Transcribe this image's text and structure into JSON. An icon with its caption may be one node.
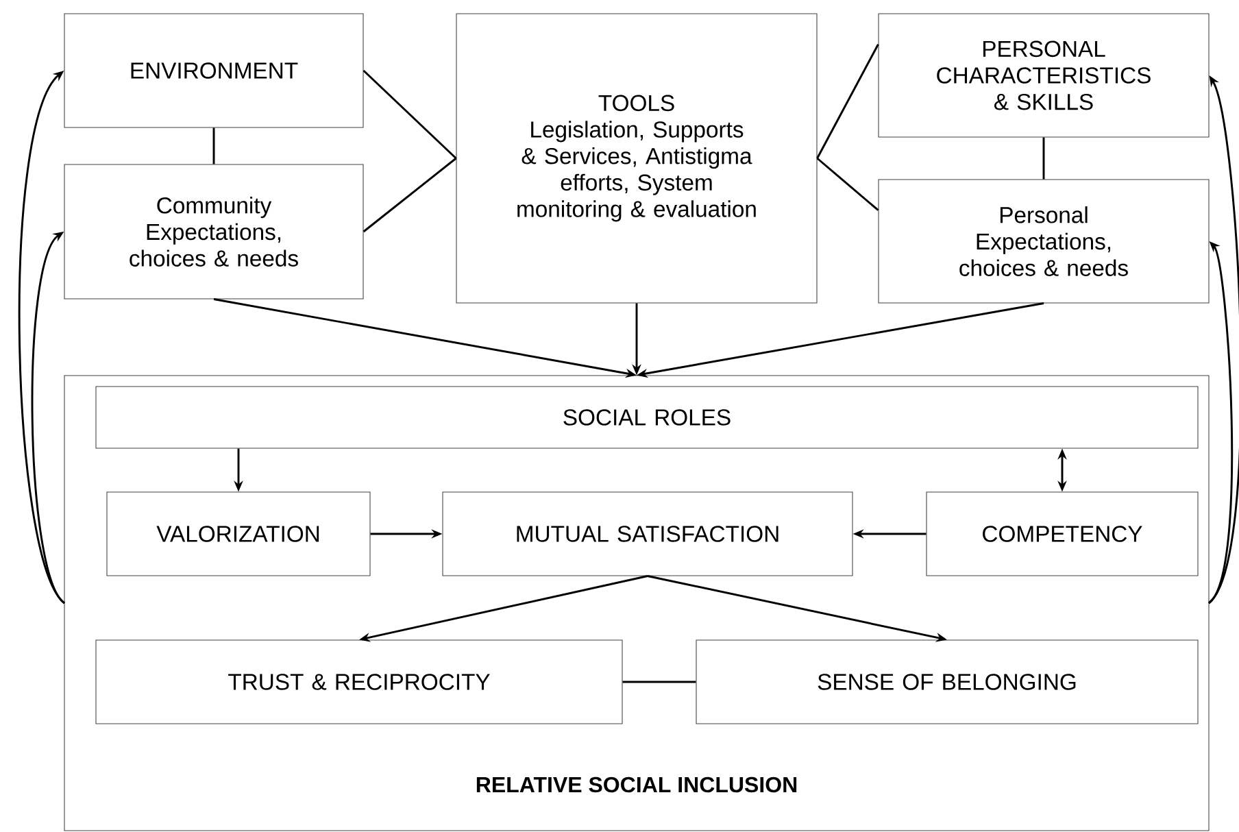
{
  "diagram": {
    "nodes": [
      {
        "text": [
          "ENVIRONMENT"
        ]
      },
      {
        "text": [
          "Community Expectations, choices & needs"
        ]
      },
      {
        "text": [
          "TOOLS",
          "Legislation, Supports & Services, Antistigma efforts, System monitoring & evaluation"
        ]
      },
      {
        "text": [
          "PERSONAL CHARACTERISTICS & SKILLS"
        ]
      },
      {
        "text": [
          "Personal Expectations, choices & needs"
        ]
      },
      {
        "text": [
          "RELATIVE SOCIAL INCLUSION"
        ]
      },
      {
        "text": [
          "SOCIAL ROLES"
        ],
        "in": 5
      },
      {
        "text": [
          "VALORIZATION"
        ],
        "in": 5
      },
      {
        "text": [
          "MUTUAL SATISFACTION"
        ],
        "in": 5
      },
      {
        "text": [
          "COMPETENCY"
        ],
        "in": 5
      },
      {
        "text": [
          "TRUST & RECIPROCITY"
        ],
        "in": 5
      },
      {
        "text": [
          "SENSE OF BELONGING"
        ],
        "in": 5
      }
    ],
    "edges": [
      {
        "from": 0,
        "to": 1,
        "arrow": "none"
      },
      {
        "from": 0,
        "to": 2,
        "arrow": "none"
      },
      {
        "from": 1,
        "to": 2,
        "arrow": "none"
      },
      {
        "from": 2,
        "to": 3,
        "arrow": "none"
      },
      {
        "from": 2,
        "to": 4,
        "arrow": "none"
      },
      {
        "from": 3,
        "to": 4,
        "arrow": "none"
      },
      {
        "from": 1,
        "to": 5,
        "arrow": "to"
      },
      {
        "from": 2,
        "to": 5,
        "arrow": "to"
      },
      {
        "from": 4,
        "to": 5,
        "arrow": "to"
      },
      {
        "from": 5,
        "to": 0,
        "arrow": "to"
      },
      {
        "from": 5,
        "to": 1,
        "arrow": "to"
      },
      {
        "from": 5,
        "to": 3,
        "arrow": "to"
      },
      {
        "from": 5,
        "to": 4,
        "arrow": "to"
      },
      {
        "from": 6,
        "to": 7,
        "arrow": "to"
      },
      {
        "from": 6,
        "to": 9,
        "arrow": "both"
      },
      {
        "from": 7,
        "to": 8,
        "arrow": "to"
      },
      {
        "from": 9,
        "to": 8,
        "arrow": "to"
      },
      {
        "from": 8,
        "to": 10,
        "arrow": "to"
      },
      {
        "from": 8,
        "to": 11,
        "arrow": "to"
      },
      {
        "from": 10,
        "to": 11,
        "arrow": "none"
      }
    ]
  }
}
